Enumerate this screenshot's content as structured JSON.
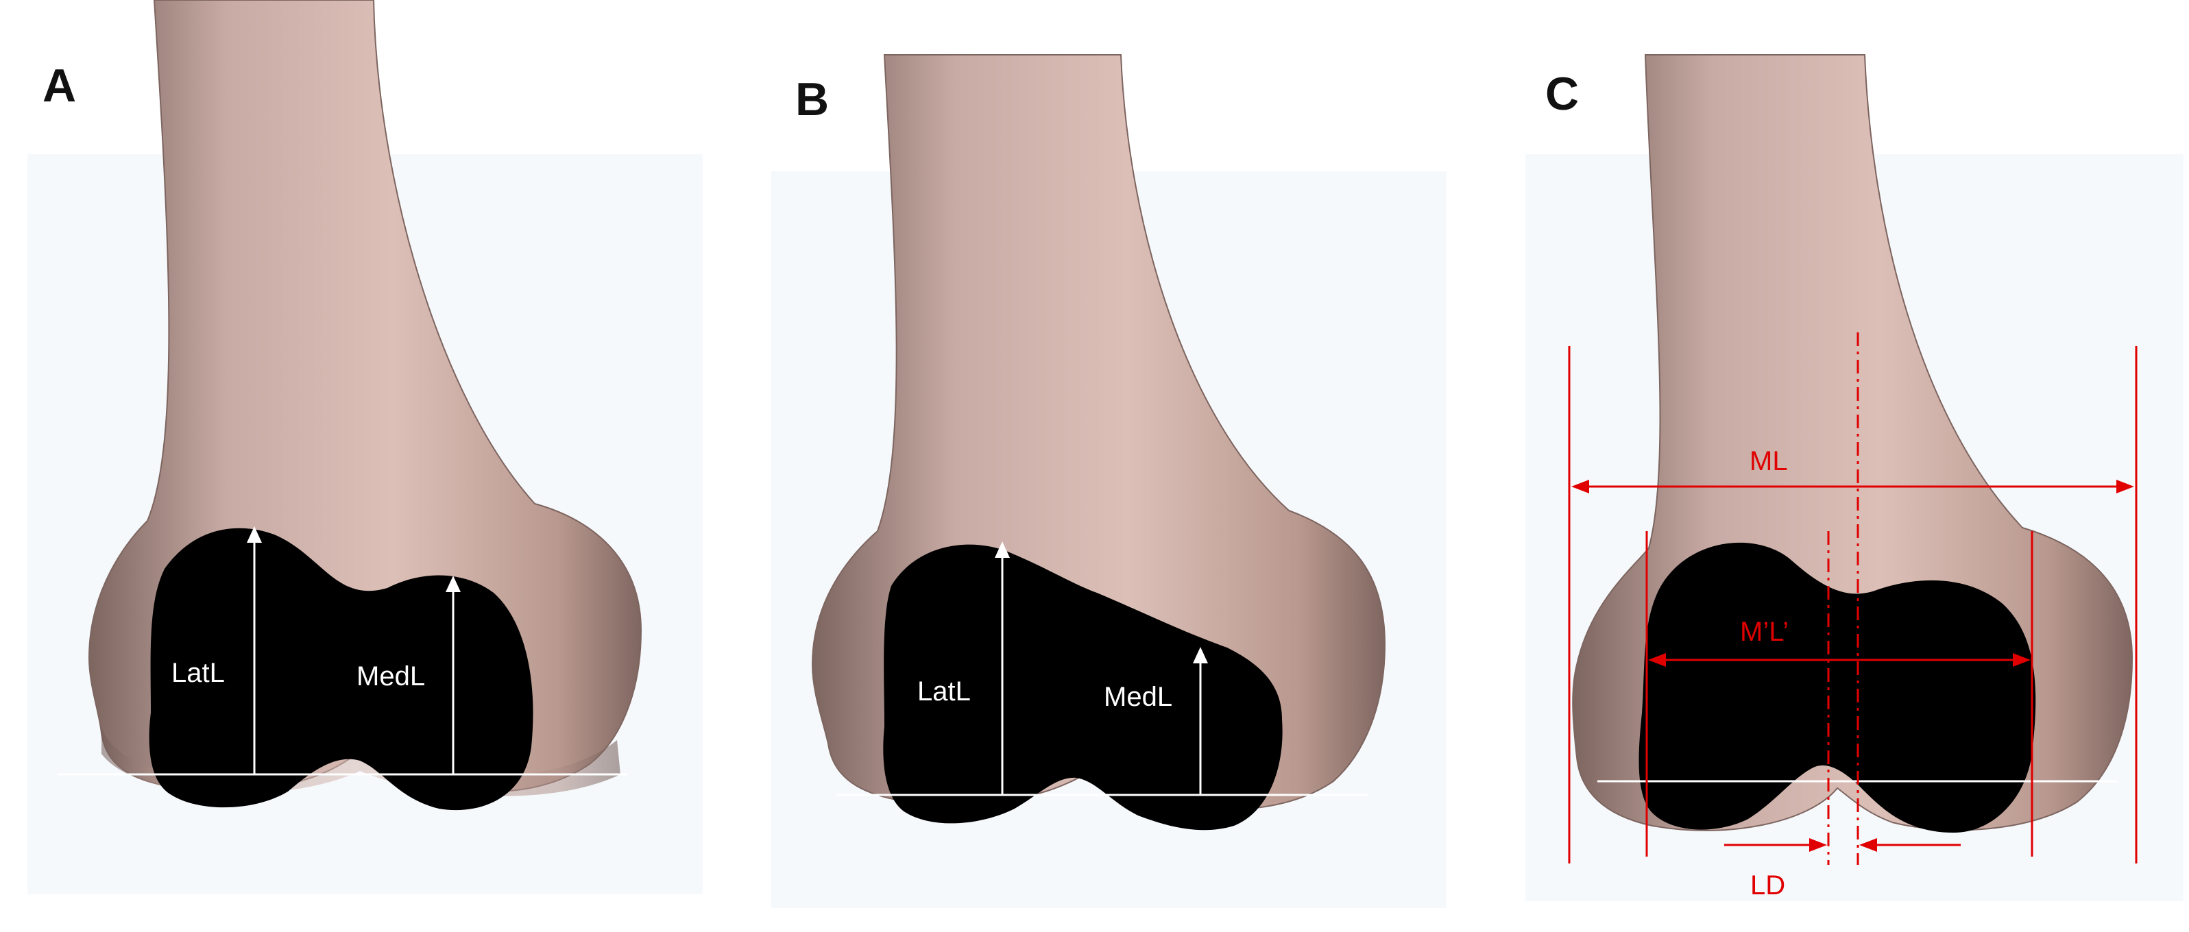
{
  "figure": {
    "panels": [
      {
        "letter": "A",
        "labels": {
          "lateral": "LatL",
          "medial": "MedL"
        }
      },
      {
        "letter": "B",
        "labels": {
          "lateral": "LatL",
          "medial": "MedL"
        }
      },
      {
        "letter": "C",
        "labels": {
          "ml": "ML",
          "mprime_lprime": "M’L’",
          "ld": "LD"
        }
      }
    ]
  },
  "colors": {
    "bone": "#c9aaa3",
    "bone_shadow": "#8f716b",
    "condyle_fill": "#000000",
    "measurement_white": "#ffffff",
    "measurement_red": "#e00000",
    "background_tint": "#f7fafc"
  }
}
